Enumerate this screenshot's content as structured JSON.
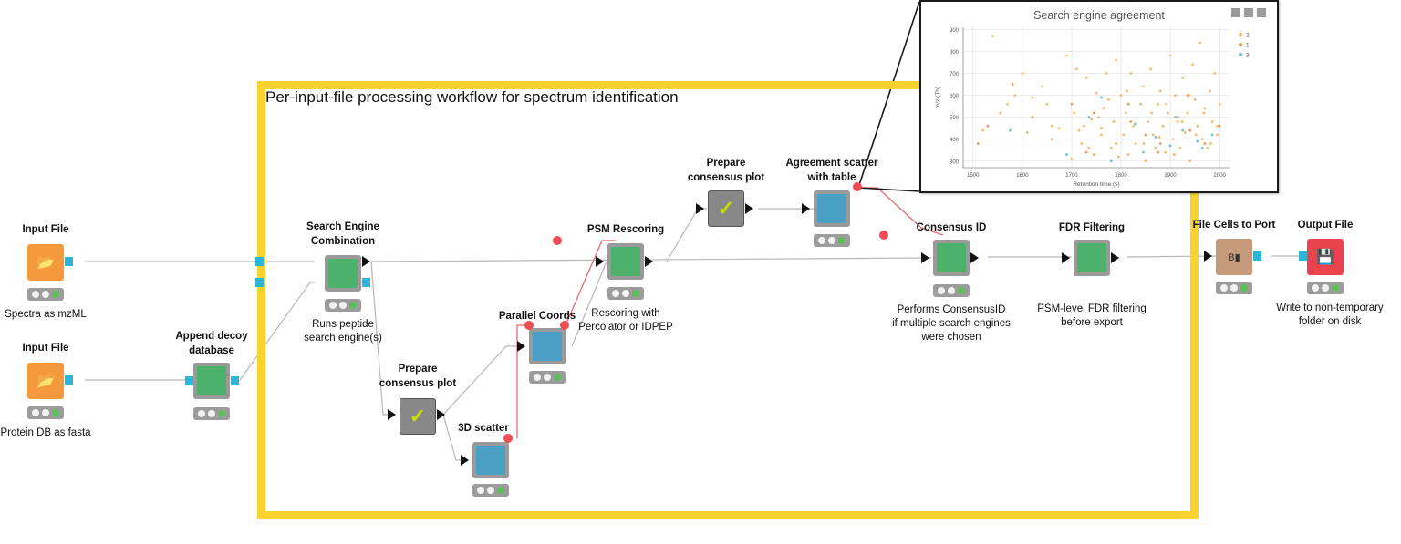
{
  "annotation": {
    "title": "Per-input-file processing workflow for spectrum identification"
  },
  "nodes": {
    "input_file_1": {
      "title": "Input File",
      "desc": "Spectra as mzML"
    },
    "input_file_2": {
      "title": "Input File",
      "desc": "Protein DB as fasta"
    },
    "append_decoy": {
      "title_lines": [
        "Append decoy",
        "database"
      ]
    },
    "search_engine": {
      "title_lines": [
        "Search Engine",
        "Combination"
      ],
      "desc_lines": [
        "Runs peptide",
        "search engine(s)"
      ]
    },
    "prepare_plot_1": {
      "title_lines": [
        "Prepare",
        "consensus plot"
      ]
    },
    "scatter_3d": {
      "title": "3D scatter"
    },
    "parallel_coords": {
      "title": "Parallel Coords"
    },
    "psm_rescoring": {
      "title": "PSM Rescoring",
      "desc_lines": [
        "Rescoring with",
        "Percolator or IDPEP"
      ]
    },
    "prepare_plot_2": {
      "title_lines": [
        "Prepare",
        "consensus plot"
      ]
    },
    "agreement_scatter": {
      "title_lines": [
        "Agreement scatter",
        "with table"
      ]
    },
    "consensus_id": {
      "title": "Consensus ID",
      "desc_lines": [
        "Performs ConsensusID",
        "if multiple search engines",
        "were chosen"
      ]
    },
    "fdr_filtering": {
      "title": "FDR Filtering",
      "desc_lines": [
        "PSM-level FDR filtering",
        "before export"
      ]
    },
    "file_cells_to_port": {
      "title": "File Cells to Port"
    },
    "output_file": {
      "title": "Output File",
      "desc_lines": [
        "Write to non-temporary",
        "folder on disk"
      ]
    }
  },
  "icons": {
    "input_file": "folder-icon",
    "output_file": "disk-icon",
    "file_cells_to_port": "table-port-icon",
    "prepare_plot": "check-icon"
  },
  "colors": {
    "annotation_border": "#fbd22f",
    "learner_green": "#4cb26b",
    "view_blue": "#4a9fc4",
    "source_orange": "#f59a3c",
    "sink_red": "#e8434e",
    "flow_variable_red": "#ee4d55",
    "data_port_cyan": "#2db5d8"
  },
  "chart_data": {
    "type": "scatter",
    "title": "Search engine agreement",
    "xlabel": "Retention time (s)",
    "ylabel": "m/z (Th)",
    "xlim": [
      1480,
      2020
    ],
    "ylim": [
      270,
      910
    ],
    "xticks": [
      1500,
      1600,
      1700,
      1800,
      1900,
      2000
    ],
    "yticks": [
      300,
      400,
      500,
      600,
      700,
      800,
      900
    ],
    "grid": true,
    "legend_position": "top-right",
    "legend": [
      "2",
      "1",
      "3"
    ],
    "series": [
      {
        "name": "2",
        "color": "#f5b866",
        "x": [
          1520,
          1540,
          1555,
          1570,
          1585,
          1600,
          1610,
          1620,
          1640,
          1650,
          1660,
          1675,
          1690,
          1700,
          1705,
          1710,
          1720,
          1725,
          1730,
          1740,
          1745,
          1750,
          1760,
          1765,
          1770,
          1780,
          1785,
          1790,
          1800,
          1805,
          1810,
          1815,
          1820,
          1825,
          1830,
          1840,
          1845,
          1850,
          1855,
          1860,
          1865,
          1870,
          1875,
          1880,
          1885,
          1890,
          1895,
          1900,
          1905,
          1910,
          1915,
          1920,
          1925,
          1930,
          1935,
          1940,
          1945,
          1950,
          1955,
          1960,
          1965,
          1970,
          1975,
          1980,
          1985,
          1990,
          1995,
          2000,
          1715,
          1735,
          1755,
          1775,
          1795,
          1812,
          1828,
          1846,
          1862,
          1878,
          1892,
          1908,
          1924,
          1938,
          1952,
          1968,
          1982,
          1996
        ],
        "y": [
          440,
          870,
          520,
          560,
          600,
          700,
          430,
          590,
          640,
          560,
          460,
          450,
          780,
          310,
          520,
          720,
          380,
          460,
          680,
          490,
          330,
          610,
          420,
          540,
          700,
          360,
          480,
          760,
          600,
          420,
          520,
          330,
          700,
          460,
          380,
          560,
          640,
          300,
          480,
          720,
          420,
          360,
          560,
          620,
          460,
          340,
          520,
          780,
          400,
          600,
          480,
          360,
          680,
          430,
          520,
          300,
          740,
          580,
          460,
          840,
          400,
          540,
          360,
          620,
          480,
          700,
          420,
          560,
          440,
          360,
          500,
          580,
          320,
          620,
          470,
          380,
          520,
          410,
          560,
          330,
          480,
          600,
          420,
          520,
          380,
          460
        ]
      },
      {
        "name": "1",
        "color": "#e79b52",
        "x": [
          1510,
          1530,
          1580,
          1620,
          1660,
          1700,
          1730,
          1760,
          1790,
          1820,
          1850,
          1880,
          1910,
          1940,
          1970,
          2000,
          1745,
          1815,
          1875,
          1935
        ],
        "y": [
          380,
          460,
          650,
          500,
          400,
          560,
          340,
          450,
          380,
          480,
          420,
          380,
          500,
          440,
          380,
          460,
          520,
          560,
          340,
          600
        ]
      },
      {
        "name": "3",
        "color": "#6cc0cf",
        "x": [
          1575,
          1690,
          1735,
          1780,
          1830,
          1870,
          1900,
          1925,
          1955,
          1985,
          1760,
          1845,
          1915,
          1965
        ],
        "y": [
          440,
          330,
          500,
          300,
          470,
          410,
          370,
          440,
          390,
          420,
          590,
          340,
          500,
          360
        ]
      }
    ]
  }
}
